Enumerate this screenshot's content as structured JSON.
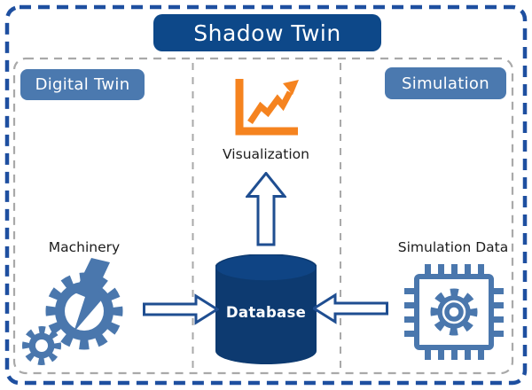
{
  "colors": {
    "outer-border": "#1e4fa0",
    "title-bg": "#0d4889",
    "label-bg": "#4b79af",
    "icon-blue": "#4a77ad",
    "db-body": "#0d3a70",
    "db-top": "#0f4484",
    "arrow-stroke": "#1f4e91",
    "orange": "#f5831f",
    "divider-gray": "#a9a9a9",
    "text-dark": "#1c1c1c",
    "text-light": "#ffffff"
  },
  "diagram": {
    "title": "Shadow Twin",
    "groups": {
      "digital_twin": {
        "label": "Digital Twin"
      },
      "simulation": {
        "label": "Simulation"
      }
    },
    "nodes": {
      "visualization": {
        "label": "Visualization",
        "icon": "line-chart-icon"
      },
      "database": {
        "label": "Database",
        "icon": "database-cylinder-icon"
      },
      "machinery": {
        "label": "Machinery",
        "icon": "gear-lightning-icon"
      },
      "simulation_data": {
        "label": "Simulation Data",
        "icon": "chip-gear-icon"
      }
    },
    "arrows": [
      {
        "name": "machinery-to-database",
        "direction": "right"
      },
      {
        "name": "database-to-visualization",
        "direction": "up"
      },
      {
        "name": "simulation-data-to-database",
        "direction": "left"
      }
    ]
  }
}
